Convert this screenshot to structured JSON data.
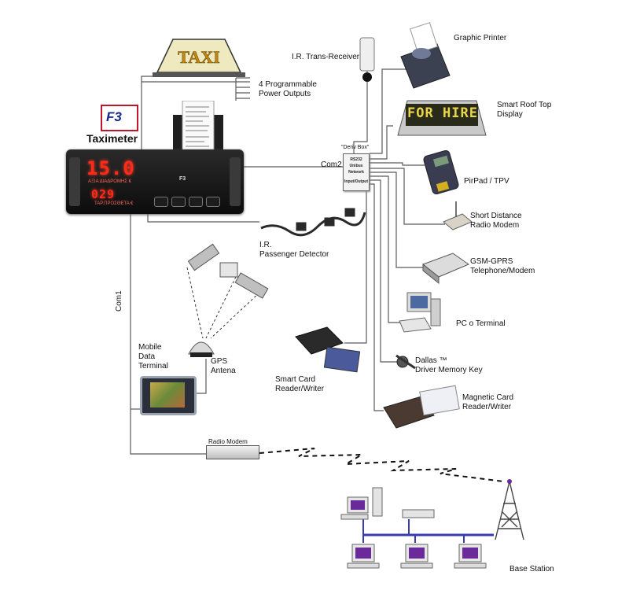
{
  "taxi_sign": {
    "text": "TAXI"
  },
  "taximeter": {
    "brand_logo": "F3",
    "title": "Taximeter",
    "main_display": "15.0",
    "sub_display": "029",
    "caption_top": "ΑΞΙΑ ΔΙΑΔΡΟΜΗΣ €",
    "caption_bottom": "ΤΑΡ.ΠΡΟΣΘΕΤΑ €",
    "brand": "F3"
  },
  "roof_display": {
    "text": "FOR HIRE"
  },
  "deriv_box": {
    "caption": "\"Deriv Box\"",
    "line1": "RS232",
    "line2": "Unibus",
    "line3": "Network",
    "line4": "Input/Output"
  },
  "links": {
    "com2": "Com2",
    "com1": "Com1"
  },
  "labels": {
    "power_outputs": "4 Programmable\nPower Outputs",
    "ir_trans_receiver": "I.R. Trans-Receiver",
    "graphic_printer": "Graphic Printer",
    "smart_roof_display": "Smart Roof Top\nDisplay",
    "pirpad": "PirPad / TPV",
    "short_distance_modem": "Short Distance\nRadio Modem",
    "gsm_gprs": "GSM-GPRS\nTelephone/Modem",
    "pc_terminal": "PC o Terminal",
    "dallas_key": "Dallas ™\nDriver Memory Key",
    "magnetic_card": "Magnetic Card\nReader/Writer",
    "smart_card": "Smart Card\nReader/Writer",
    "ir_passenger": "I.R.\nPassenger Detector",
    "gps_antena": "GPS\nAntena",
    "mobile_data_terminal": "Mobile\nData\nTerminal",
    "radio_modem": "Radio Modem",
    "base_station": "Base Station"
  },
  "colors": {
    "line": "#5a5a5a",
    "meter_red": "#ff2a1a",
    "network": "#3a3ab0",
    "monitor": "#6a2a9a"
  },
  "icons": [
    "taxi-sign-icon",
    "printer-icon",
    "ir-sensor-icon",
    "roof-display-icon",
    "pinpad-icon",
    "radio-modem-icon",
    "gsm-modem-icon",
    "pc-icon",
    "dallas-key-icon",
    "card-reader-icon",
    "smart-card-icon",
    "satellite-icon",
    "gps-antenna-icon",
    "mdt-icon",
    "radio-tower-icon",
    "base-station-pc-icon"
  ]
}
